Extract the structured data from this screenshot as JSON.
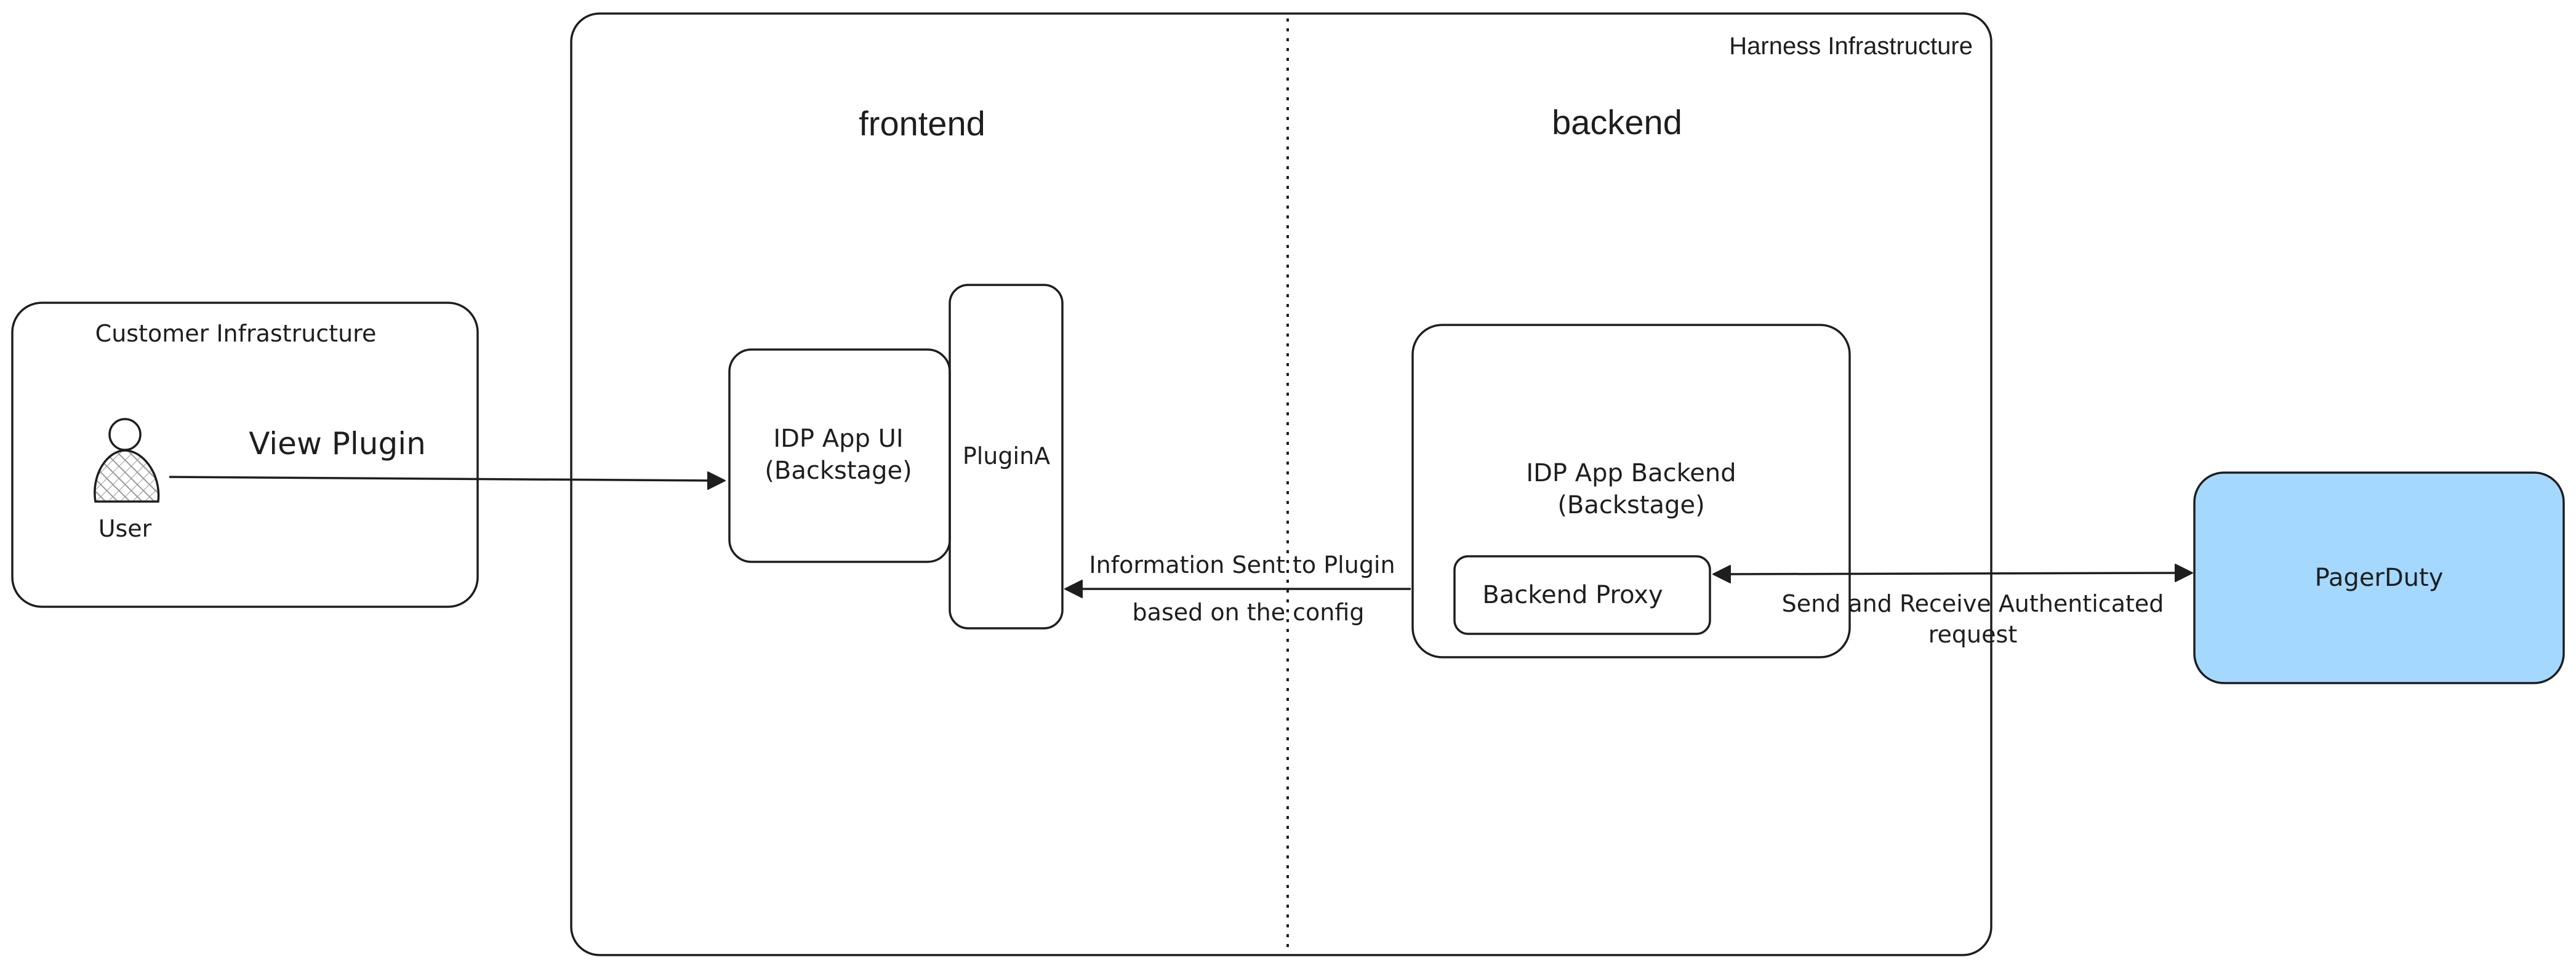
{
  "zones": {
    "customer": {
      "label": "Customer Infrastructure"
    },
    "harness": {
      "label": "Harness Infrastructure",
      "frontend_label": "frontend",
      "backend_label": "backend"
    }
  },
  "nodes": {
    "user": {
      "label": "User"
    },
    "idp_ui": {
      "line1": "IDP App UI",
      "line2": "(Backstage)"
    },
    "plugin": {
      "label": "PluginA"
    },
    "idp_backend": {
      "line1": "IDP App Backend",
      "line2": "(Backstage)"
    },
    "backend_proxy": {
      "label": "Backend Proxy"
    },
    "pagerduty": {
      "label": "PagerDuty",
      "fill": "#a5d8ff"
    }
  },
  "edges": {
    "view_plugin": {
      "label": "View Plugin"
    },
    "info_sent": {
      "line1": "Information Sent to Plugin",
      "line2": "based on the config"
    },
    "send_receive": {
      "line1": "Send and Receive Authenticated",
      "line2": "request"
    }
  },
  "colors": {
    "stroke": "#1e1e1e",
    "background": "#ffffff"
  }
}
